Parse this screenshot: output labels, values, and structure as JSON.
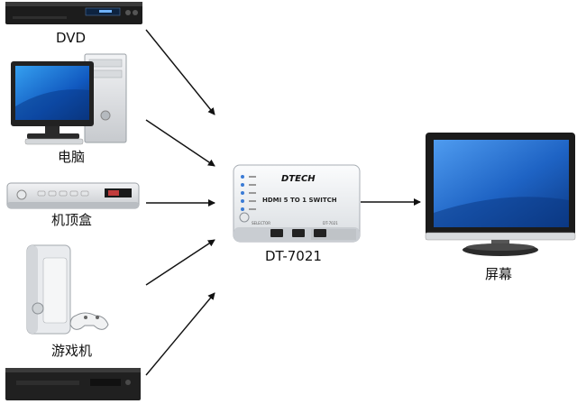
{
  "sources": [
    {
      "label": "DVD"
    },
    {
      "label": "电脑"
    },
    {
      "label": "机顶盒"
    },
    {
      "label": "游戏机"
    }
  ],
  "switch": {
    "brand": "DTECH",
    "title": "HDMI 5 TO 1 SWITCH",
    "selector_label": "SELECTOR",
    "model_small": "DT-7021",
    "model_label": "DT-7021"
  },
  "output": {
    "label": "屏幕"
  },
  "colors": {
    "arrow": "#111111",
    "device_dark": "#1e1e1e",
    "device_silver": "#cfd2d6",
    "screen_blue": "#1e63c4",
    "switch_body": "#eef0f2",
    "led": "#3a7bd5"
  }
}
